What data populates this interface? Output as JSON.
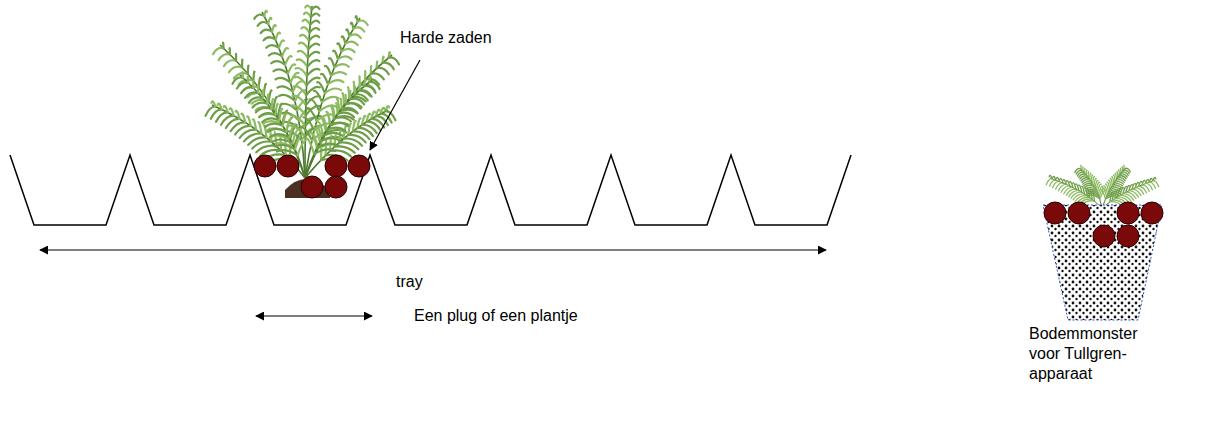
{
  "diagram": {
    "labels": [
      "Harde zaden",
      "tray",
      "Een plug of een plantje",
      "Bodemmonster voor Tullgren-apparaat"
    ]
  }
}
